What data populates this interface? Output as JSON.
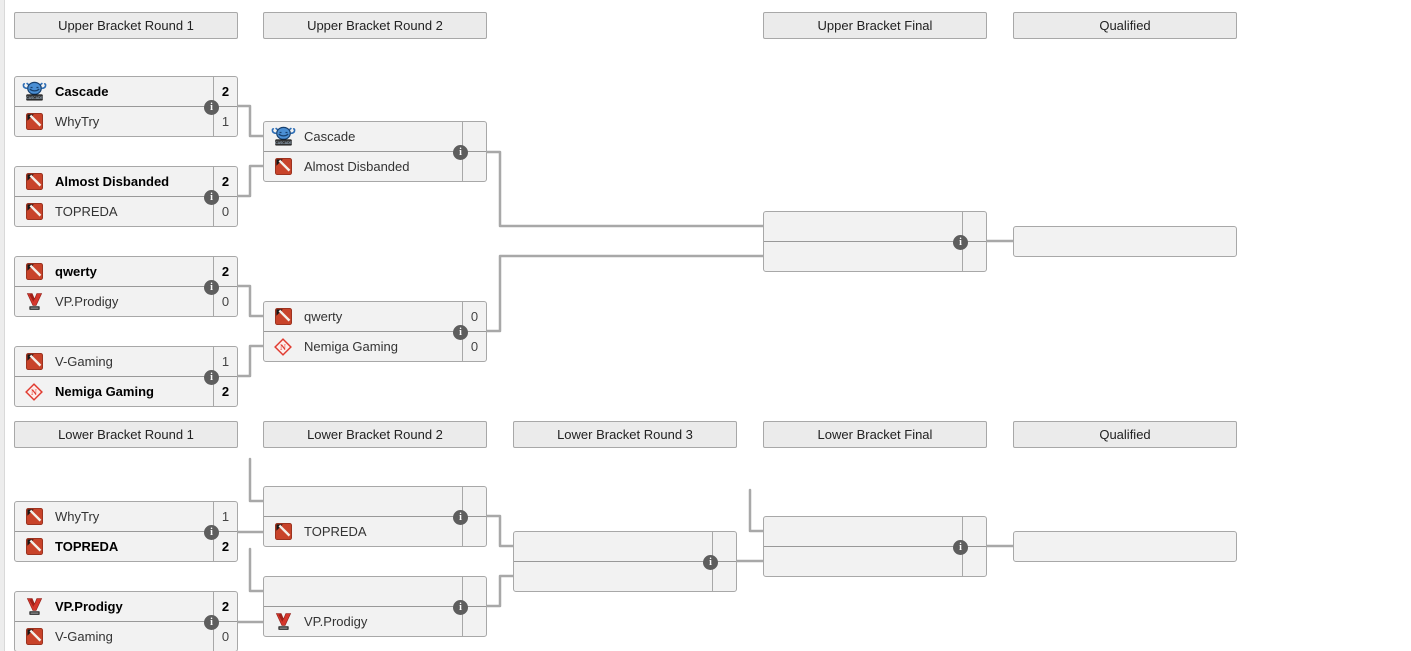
{
  "colors": {
    "box_bg": "#f2f2f2",
    "header_bg": "#ebebeb",
    "border": "#a8a8a8",
    "connector": "#a8a8a8",
    "row_divider": "#999999",
    "info_bg": "#5e5e5e",
    "winner_text": "#000000",
    "normal_text": "#333333",
    "dota_red": "#c8432a",
    "cascade_blue": "#4b8fd4",
    "vp_red": "#d6362c",
    "nemiga_red": "#e03c31"
  },
  "headers": {
    "ub_r1": "Upper Bracket Round 1",
    "ub_r2": "Upper Bracket Round 2",
    "ub_final": "Upper Bracket Final",
    "ub_qualified": "Qualified",
    "lb_r1": "Lower Bracket Round 1",
    "lb_r2": "Lower Bracket Round 2",
    "lb_r3": "Lower Bracket Round 3",
    "lb_final": "Lower Bracket Final",
    "lb_qualified": "Qualified"
  },
  "info_glyph": "i",
  "matches": {
    "ub_r1_m1": {
      "top": {
        "team": "Cascade",
        "score": "2",
        "winner": true,
        "logo": "cascade-logo"
      },
      "bottom": {
        "team": "WhyTry",
        "score": "1",
        "winner": false,
        "logo": "dota2-logo"
      }
    },
    "ub_r1_m2": {
      "top": {
        "team": "Almost Disbanded",
        "score": "2",
        "winner": true,
        "logo": "dota2-logo"
      },
      "bottom": {
        "team": "TOPREDA",
        "score": "0",
        "winner": false,
        "logo": "dota2-logo"
      }
    },
    "ub_r1_m3": {
      "top": {
        "team": "qwerty",
        "score": "2",
        "winner": true,
        "logo": "dota2-logo"
      },
      "bottom": {
        "team": "VP.Prodigy",
        "score": "0",
        "winner": false,
        "logo": "vp-prodigy-logo"
      }
    },
    "ub_r1_m4": {
      "top": {
        "team": "V-Gaming",
        "score": "1",
        "winner": false,
        "logo": "dota2-logo"
      },
      "bottom": {
        "team": "Nemiga Gaming",
        "score": "2",
        "winner": true,
        "logo": "nemiga-logo"
      }
    },
    "ub_r2_m1": {
      "top": {
        "team": "Cascade",
        "score": "",
        "winner": false,
        "logo": "cascade-logo"
      },
      "bottom": {
        "team": "Almost Disbanded",
        "score": "",
        "winner": false,
        "logo": "dota2-logo"
      }
    },
    "ub_r2_m2": {
      "top": {
        "team": "qwerty",
        "score": "0",
        "winner": false,
        "logo": "dota2-logo"
      },
      "bottom": {
        "team": "Nemiga Gaming",
        "score": "0",
        "winner": false,
        "logo": "nemiga-logo"
      }
    },
    "ub_final": {
      "top": {
        "team": "",
        "score": "",
        "winner": false,
        "logo": ""
      },
      "bottom": {
        "team": "",
        "score": "",
        "winner": false,
        "logo": ""
      }
    },
    "lb_r1_m1": {
      "top": {
        "team": "WhyTry",
        "score": "1",
        "winner": false,
        "logo": "dota2-logo"
      },
      "bottom": {
        "team": "TOPREDA",
        "score": "2",
        "winner": true,
        "logo": "dota2-logo"
      }
    },
    "lb_r1_m2": {
      "top": {
        "team": "VP.Prodigy",
        "score": "2",
        "winner": true,
        "logo": "vp-prodigy-logo"
      },
      "bottom": {
        "team": "V-Gaming",
        "score": "0",
        "winner": false,
        "logo": "dota2-logo"
      }
    },
    "lb_r2_m1": {
      "top": {
        "team": "",
        "score": "",
        "winner": false,
        "logo": ""
      },
      "bottom": {
        "team": "TOPREDA",
        "score": "",
        "winner": false,
        "logo": "dota2-logo"
      }
    },
    "lb_r2_m2": {
      "top": {
        "team": "",
        "score": "",
        "winner": false,
        "logo": ""
      },
      "bottom": {
        "team": "VP.Prodigy",
        "score": "",
        "winner": false,
        "logo": "vp-prodigy-logo"
      }
    },
    "lb_r3": {
      "top": {
        "team": "",
        "score": "",
        "winner": false,
        "logo": ""
      },
      "bottom": {
        "team": "",
        "score": "",
        "winner": false,
        "logo": ""
      }
    },
    "lb_final": {
      "top": {
        "team": "",
        "score": "",
        "winner": false,
        "logo": ""
      },
      "bottom": {
        "team": "",
        "score": "",
        "winner": false,
        "logo": ""
      }
    }
  }
}
